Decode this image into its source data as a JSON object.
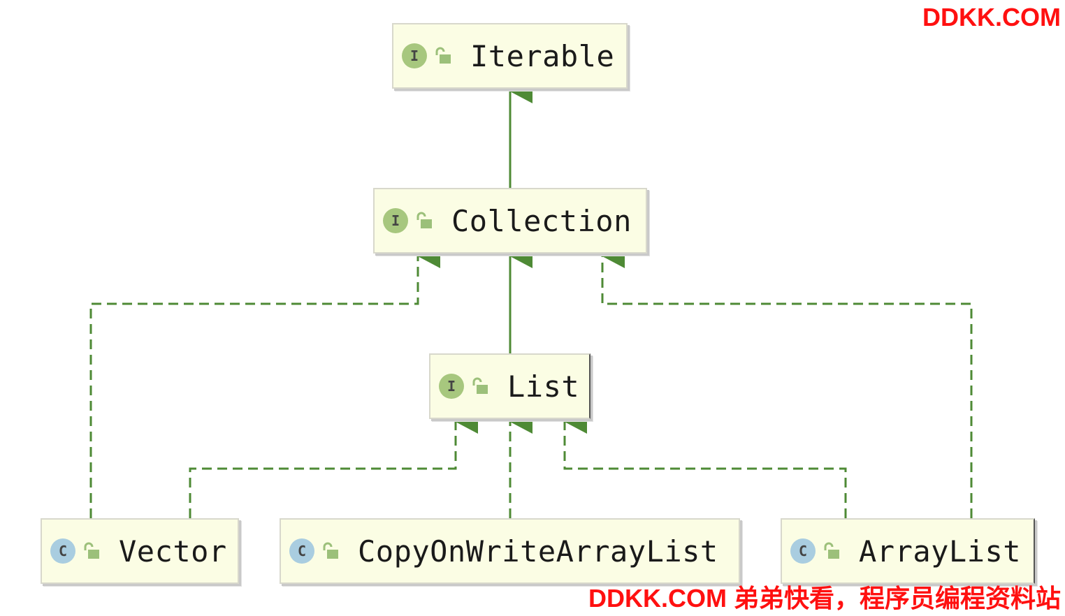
{
  "diagram": {
    "nodes": {
      "iterable": {
        "label": "Iterable",
        "kind": "I",
        "kind_type": "interface"
      },
      "collection": {
        "label": "Collection",
        "kind": "I",
        "kind_type": "interface"
      },
      "list": {
        "label": "List",
        "kind": "I",
        "kind_type": "interface"
      },
      "vector": {
        "label": "Vector",
        "kind": "C",
        "kind_type": "class"
      },
      "copyonwrite": {
        "label": "CopyOnWriteArrayList",
        "kind": "C",
        "kind_type": "class"
      },
      "arraylist": {
        "label": "ArrayList",
        "kind": "C",
        "kind_type": "class"
      }
    },
    "edges": [
      {
        "from": "collection",
        "to": "iterable",
        "style": "solid"
      },
      {
        "from": "list",
        "to": "collection",
        "style": "solid"
      },
      {
        "from": "vector",
        "to": "collection",
        "style": "dashed"
      },
      {
        "from": "arraylist",
        "to": "collection",
        "style": "dashed"
      },
      {
        "from": "vector",
        "to": "list",
        "style": "dashed"
      },
      {
        "from": "copyonwrite",
        "to": "list",
        "style": "dashed"
      },
      {
        "from": "arraylist",
        "to": "list",
        "style": "dashed"
      }
    ],
    "colors": {
      "edge": "#4e8a35",
      "node_fill": "#fbfde4",
      "interface_badge": "#a7c77e",
      "class_badge": "#a9cde0",
      "lock": "#9cc07a"
    },
    "icons": {
      "visibility": "unlocked-padlock-icon"
    }
  },
  "watermark": {
    "top": "DDKK.COM",
    "bottom": "DDKK.COM 弟弟快看，程序员编程资料站"
  }
}
